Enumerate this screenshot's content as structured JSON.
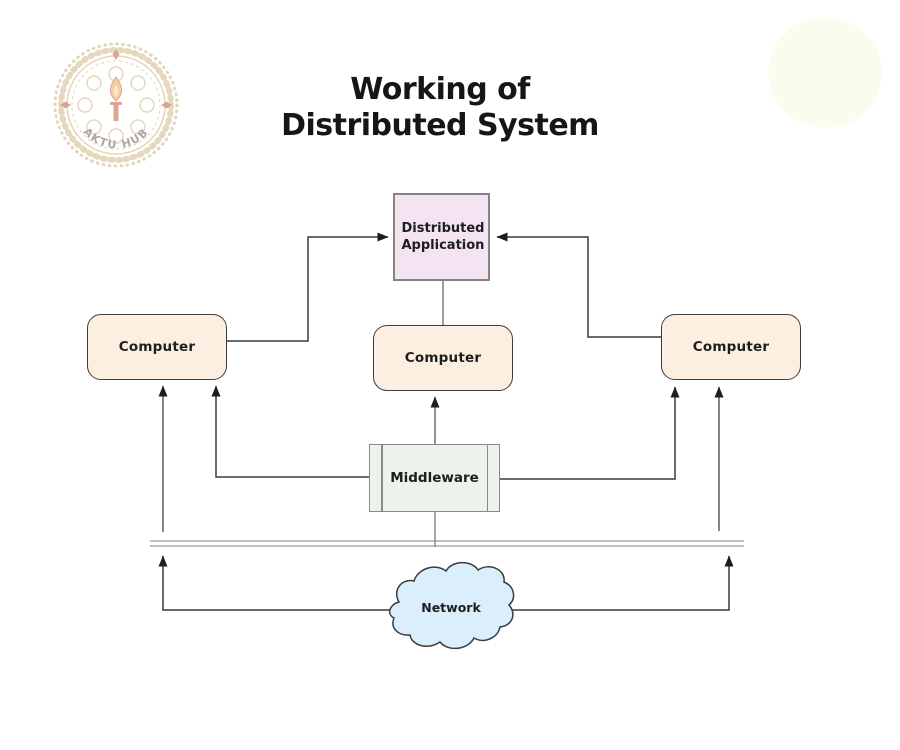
{
  "title": {
    "line1": "Working of",
    "line2": "Distributed System"
  },
  "logo": {
    "text": "AKTU HUB"
  },
  "diagram": {
    "type": "flow-diagram",
    "nodes": {
      "distributed_application": {
        "label": "Distributed Application",
        "shape": "rectangle",
        "fill": "#f4e4f2"
      },
      "computer_left": {
        "label": "Computer",
        "shape": "rounded-rectangle",
        "fill": "#fcefe2"
      },
      "computer_center": {
        "label": "Computer",
        "shape": "rounded-rectangle",
        "fill": "#fcefe2"
      },
      "computer_right": {
        "label": "Computer",
        "shape": "rounded-rectangle",
        "fill": "#fcefe2"
      },
      "middleware": {
        "label": "Middleware",
        "shape": "predefined-process",
        "fill": "#eef2ec"
      },
      "network": {
        "label": "Network",
        "shape": "cloud",
        "fill": "#daeefb"
      }
    },
    "connections": [
      "computer_left -> distributed_application",
      "computer_right -> distributed_application",
      "distributed_application - computer_center",
      "middleware -> computer_left",
      "middleware -> computer_center",
      "middleware -> computer_right",
      "middleware - bus",
      "bus -> computer_left",
      "bus -> computer_right",
      "network -> bus (left)",
      "network -> bus (right)"
    ],
    "colors": {
      "app_fill": "#f4e4f2",
      "computer_fill": "#fcefe2",
      "middleware_fill": "#eef2ec",
      "network_fill": "#daeefb",
      "line_dark": "#383838",
      "line_gray": "#8a8a8a",
      "arrowhead": "#1e1e1e",
      "title_color": "#161616",
      "logo_gold": "#c9ae77",
      "logo_red": "#bf4a32"
    }
  }
}
